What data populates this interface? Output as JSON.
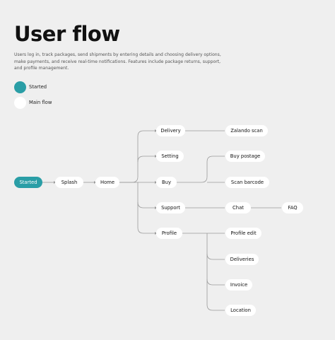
{
  "title": "User flow",
  "description": "Users log in, track packages, send shipments by entering details and choosing delivery options, make payments, and receive real-time notifications. Features include package returns, support, and profile management.",
  "legend": [
    {
      "label": "Started",
      "color": "#2a9ea6"
    },
    {
      "label": "Main flow",
      "color": "#ffffff"
    }
  ],
  "colors": {
    "accent": "#2a9ea6",
    "node": "#ffffff",
    "line": "#9a9a9a",
    "background": "#efefef"
  },
  "nodes": {
    "started": "Started",
    "splash": "Splash",
    "home": "Home",
    "delivery": "Delivery",
    "setting": "Setting",
    "buy": "Buy",
    "support": "Support",
    "profile": "Profile",
    "zalando_scan": "Zalando scan",
    "buy_postage": "Buy postage",
    "scan_barcode": "Scan barcode",
    "chat": "Chat",
    "faq": "FAQ",
    "profile_edit": "Profile edit",
    "deliveries": "Deliveries",
    "invoice": "Invoice",
    "location": "Location"
  }
}
